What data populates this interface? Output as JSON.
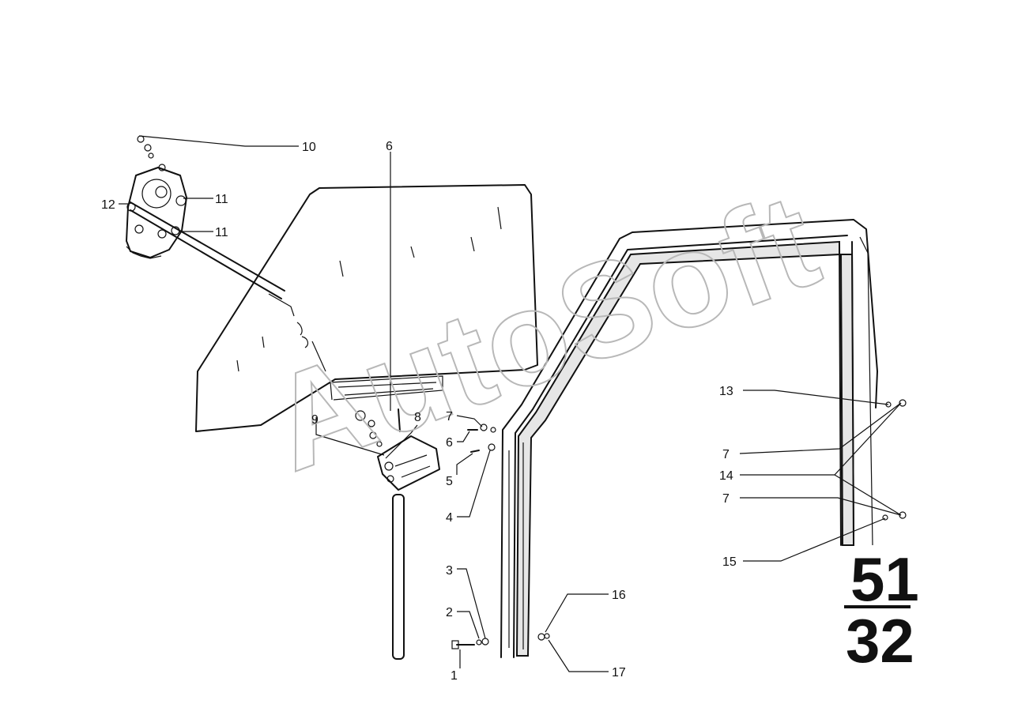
{
  "watermark": "AutoSoft",
  "group_number": {
    "top": "51",
    "bottom": "32"
  },
  "callouts": {
    "c1": "1",
    "c2": "2",
    "c3": "3",
    "c4": "4",
    "c5": "5",
    "c6a": "6",
    "c6b": "6",
    "c7a": "7",
    "c7b": "7",
    "c7c": "7",
    "c8": "8",
    "c9": "9",
    "c10": "10",
    "c11a": "11",
    "c11b": "11",
    "c12": "12",
    "c13": "13",
    "c14": "14",
    "c15": "15",
    "c16": "16",
    "c17": "17"
  }
}
